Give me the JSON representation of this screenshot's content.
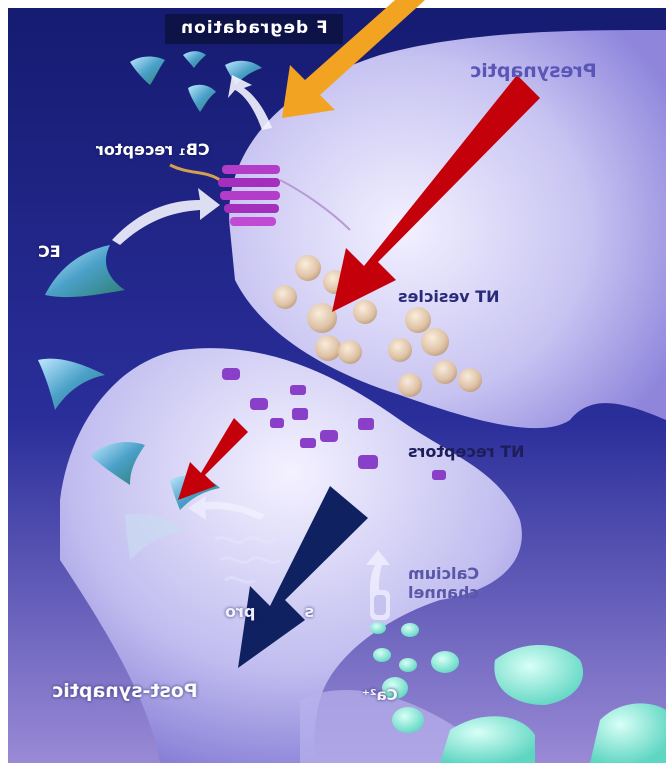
{
  "labels": {
    "degradation": "degradation",
    "degradation_initial": "F",
    "presynaptic": "Presynaptic",
    "cb1_receptor": "CB₁ receptor",
    "ec": "EC",
    "nt_vesicles": "NT vesicles",
    "nt_receptors": "NT receptors",
    "calcium_channel_line1": "Calcium",
    "calcium_channel_line2": "channel",
    "proteins_fragment": "pro",
    "proteins_fragment2": "s",
    "ca2": "Ca²⁺",
    "postsynaptic": "Post-synaptic"
  },
  "colors": {
    "background_top": "#141a6e",
    "background_bottom": "#8c7fd0",
    "membrane": "#c9c6f2",
    "red_arrow": "#c4000a",
    "navy_arrow": "#0f2160",
    "orange_arrow": "#f0a020",
    "receptor": "#b13ac9",
    "vesicle": "#e6c9a0",
    "calcium": "#7fe0d0"
  }
}
